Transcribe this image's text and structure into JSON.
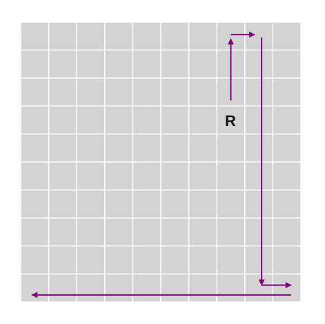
{
  "grid": {
    "rows": 10,
    "cols": 10,
    "cell_color": "#d3d3d3",
    "line_color": "#ffffff"
  },
  "robot": {
    "label": "R",
    "color": "#111111"
  },
  "path": {
    "color": "#800080",
    "segments": [
      {
        "name": "path-arrow-up",
        "from": [
          7.5,
          2.8
        ],
        "to": [
          7.5,
          0.6
        ]
      },
      {
        "name": "path-arrow-right-top",
        "from": [
          7.5,
          0.45
        ],
        "to": [
          8.35,
          0.45
        ]
      },
      {
        "name": "path-arrow-down",
        "from": [
          8.6,
          0.55
        ],
        "to": [
          8.6,
          9.4
        ]
      },
      {
        "name": "path-arrow-right-bottom",
        "from": [
          8.6,
          9.4
        ],
        "to": [
          9.65,
          9.4
        ]
      },
      {
        "name": "path-arrow-left",
        "from": [
          9.65,
          9.75
        ],
        "to": [
          0.4,
          9.75
        ]
      }
    ]
  }
}
